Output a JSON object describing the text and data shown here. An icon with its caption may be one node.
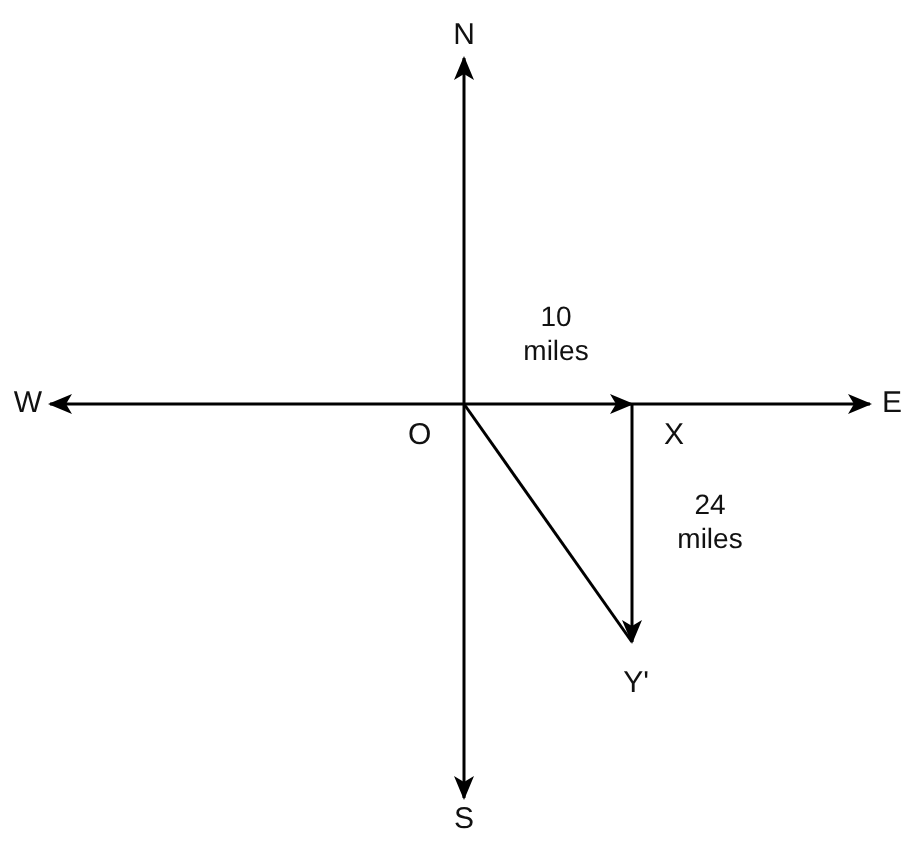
{
  "diagram": {
    "nodes": [
      {
        "text": [
          "N"
        ]
      },
      {
        "text": [
          "W"
        ]
      },
      {
        "text": [
          "O"
        ]
      },
      {
        "text": [
          "X"
        ]
      },
      {
        "text": [
          "E"
        ]
      },
      {
        "text": [
          "Y'"
        ]
      },
      {
        "text": [
          "S"
        ]
      }
    ],
    "edges": [
      {
        "from": 2,
        "to": 0,
        "arrow": "to"
      },
      {
        "from": 2,
        "to": 6,
        "arrow": "to"
      },
      {
        "from": 2,
        "to": 1,
        "arrow": "to"
      },
      {
        "from": 2,
        "to": 3,
        "arrow": "to",
        "label": "10 miles"
      },
      {
        "from": 3,
        "to": 4,
        "arrow": "to"
      },
      {
        "from": 3,
        "to": 5,
        "arrow": "to",
        "label": "24 miles"
      },
      {
        "from": 2,
        "to": 5,
        "arrow": "none"
      }
    ]
  }
}
